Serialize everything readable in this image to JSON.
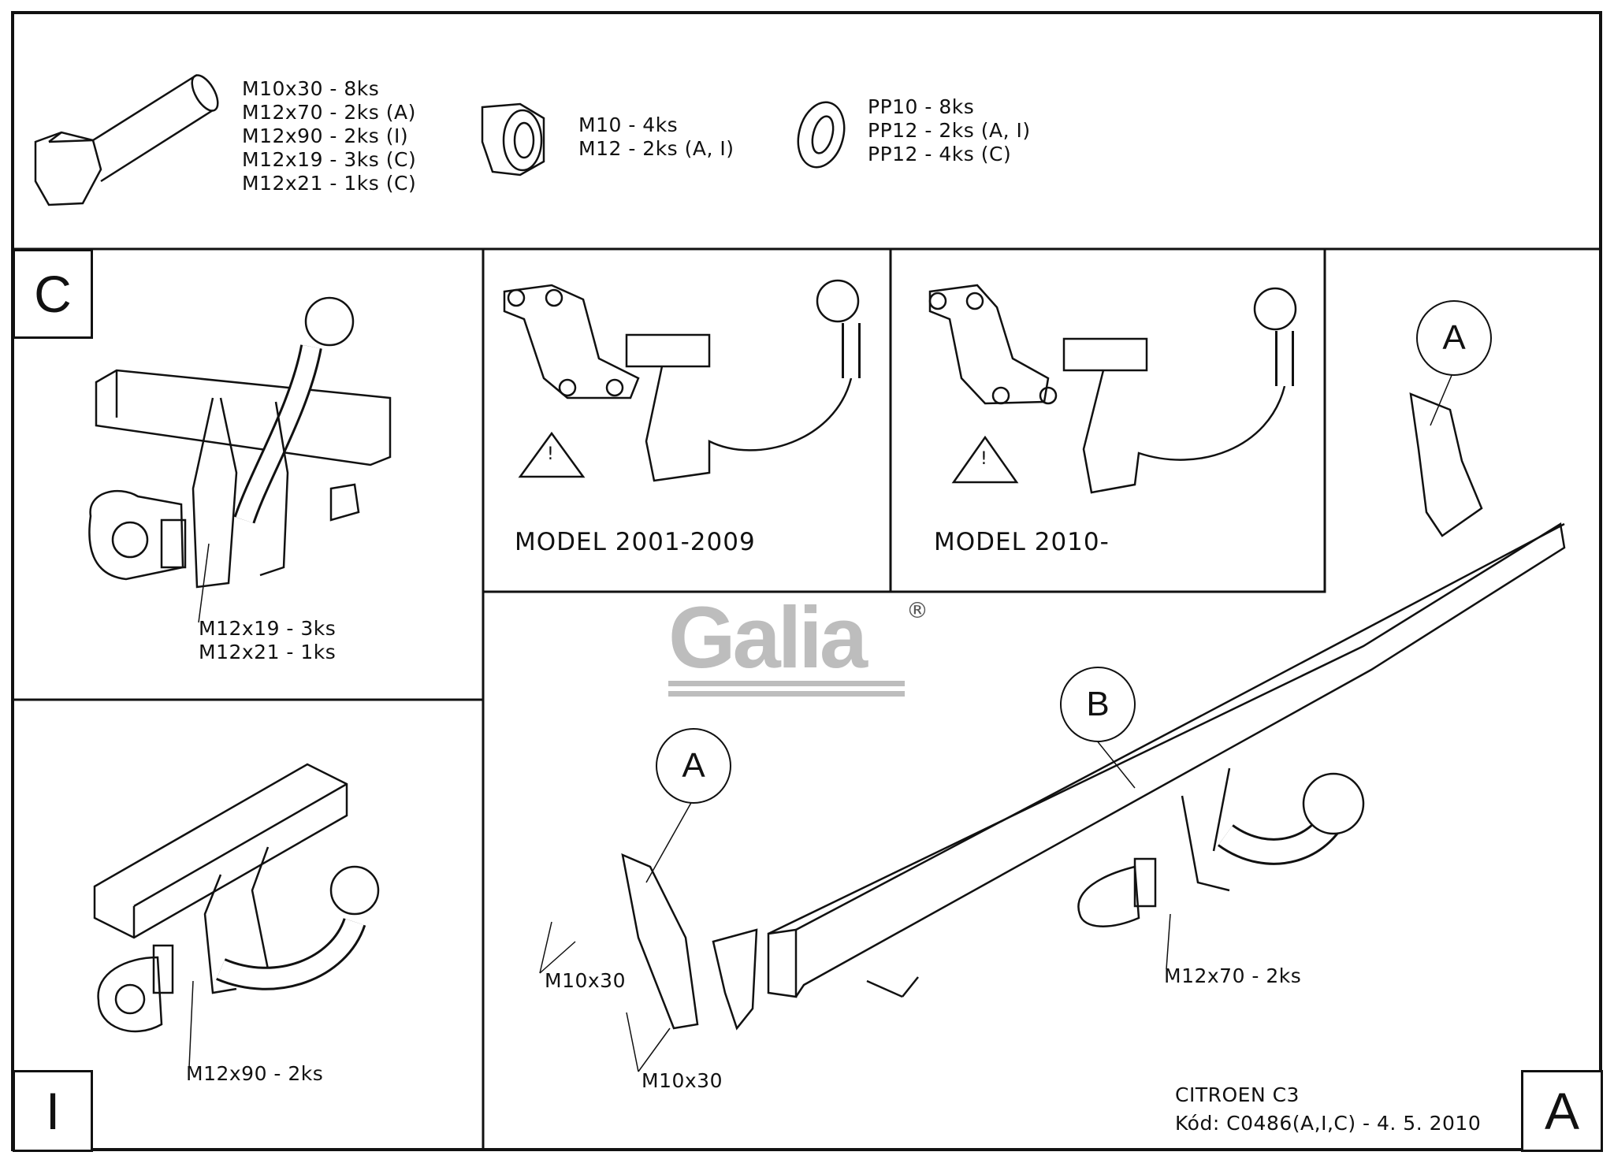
{
  "parts": {
    "bolts": [
      "M10x30 - 8ks",
      "M12x70 - 2ks (A)",
      "M12x90 - 2ks (I)",
      "M12x19 - 3ks (C)",
      "M12x21 - 1ks (C)"
    ],
    "nuts": [
      "M10 - 4ks",
      "M12 - 2ks (A, I)"
    ],
    "washers": [
      "PP10 - 8ks",
      "PP12 - 2ks (A, I)",
      "PP12 - 4ks (C)"
    ]
  },
  "panel_c": {
    "label": "C",
    "callouts": [
      "M12x19 - 3ks",
      "M12x21 - 1ks"
    ]
  },
  "panel_i": {
    "label": "I",
    "callout": "M12x90 - 2ks"
  },
  "models": [
    {
      "title": "MODEL   2001-2009",
      "warning": "!"
    },
    {
      "title": "MODEL   2010-",
      "warning": "!"
    }
  ],
  "panel_a": {
    "label": "A",
    "circles": [
      "A",
      "B",
      "A"
    ],
    "callouts": {
      "m10x30_upper": "M10x30",
      "m10x30_lower": "M10x30",
      "m12x70": "M12x70 - 2ks"
    },
    "vehicle": "CITROEN C3",
    "code": "Kód: C0486(A,I,C) - 4. 5. 2010"
  },
  "logo": {
    "text": "Galia",
    "registered": "®",
    "color": "#bdbdbd"
  }
}
